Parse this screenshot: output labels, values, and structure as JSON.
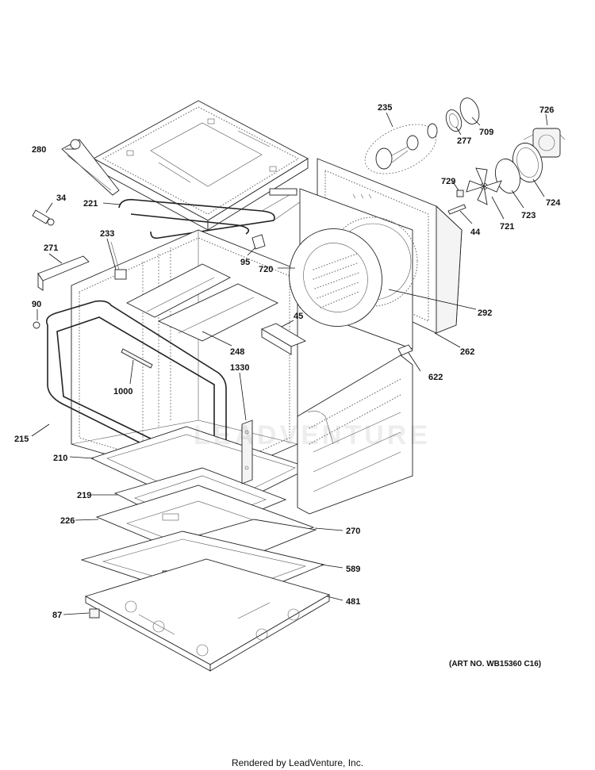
{
  "diagram": {
    "callouts": [
      {
        "id": "235",
        "label": "235"
      },
      {
        "id": "726",
        "label": "726"
      },
      {
        "id": "709",
        "label": "709"
      },
      {
        "id": "277",
        "label": "277"
      },
      {
        "id": "280",
        "label": "280"
      },
      {
        "id": "729",
        "label": "729"
      },
      {
        "id": "34",
        "label": "34"
      },
      {
        "id": "221",
        "label": "221"
      },
      {
        "id": "724",
        "label": "724"
      },
      {
        "id": "723",
        "label": "723"
      },
      {
        "id": "44",
        "label": "44"
      },
      {
        "id": "721",
        "label": "721"
      },
      {
        "id": "233",
        "label": "233"
      },
      {
        "id": "271",
        "label": "271"
      },
      {
        "id": "95",
        "label": "95"
      },
      {
        "id": "720",
        "label": "720"
      },
      {
        "id": "90",
        "label": "90"
      },
      {
        "id": "292",
        "label": "292"
      },
      {
        "id": "45",
        "label": "45"
      },
      {
        "id": "248",
        "label": "248"
      },
      {
        "id": "262",
        "label": "262"
      },
      {
        "id": "1330",
        "label": "1330"
      },
      {
        "id": "622",
        "label": "622"
      },
      {
        "id": "1000",
        "label": "1000"
      },
      {
        "id": "215",
        "label": "215"
      },
      {
        "id": "210",
        "label": "210"
      },
      {
        "id": "219",
        "label": "219"
      },
      {
        "id": "226",
        "label": "226"
      },
      {
        "id": "270",
        "label": "270"
      },
      {
        "id": "589",
        "label": "589"
      },
      {
        "id": "481",
        "label": "481"
      },
      {
        "id": "87",
        "label": "87"
      }
    ],
    "art_number": "(ART NO. WB15360 C16)",
    "footer": "Rendered by LeadVenture, Inc.",
    "watermark_logo": "LEADVENTURE"
  }
}
